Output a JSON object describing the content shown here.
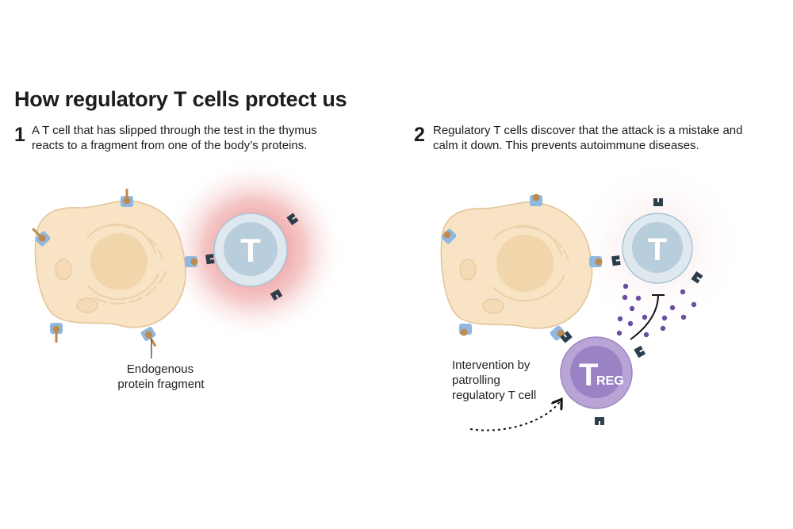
{
  "title": "How regulatory T cells protect us",
  "steps": [
    {
      "number": "1",
      "line1": "A T cell that has slipped through the test in the thymus",
      "line2": "reacts to a fragment from one of the body’s proteins."
    },
    {
      "number": "2",
      "line1": "Regulatory T cells discover that the attack is a mistake and",
      "line2": "calm it down. This prevents autoimmune diseases."
    }
  ],
  "labels": {
    "fragment_line1": "Endogenous",
    "fragment_line2": "protein fragment",
    "intervention_line1": "Intervention by",
    "intervention_line2": "patrolling",
    "intervention_line3": "regulatory T cell",
    "t_cell": "T",
    "treg_t": "T",
    "treg_sub": "REG"
  },
  "colors": {
    "body_cell": "#f8e3c4",
    "t_cell": "#cfdce6",
    "treg_cell": "#a48fc4",
    "receptor": "#2c3e4c",
    "mhc": "#8fb9e0",
    "fragment": "#c08a4e",
    "cytokine": "#6b4ea0",
    "inflammation": "#e46a6a"
  }
}
